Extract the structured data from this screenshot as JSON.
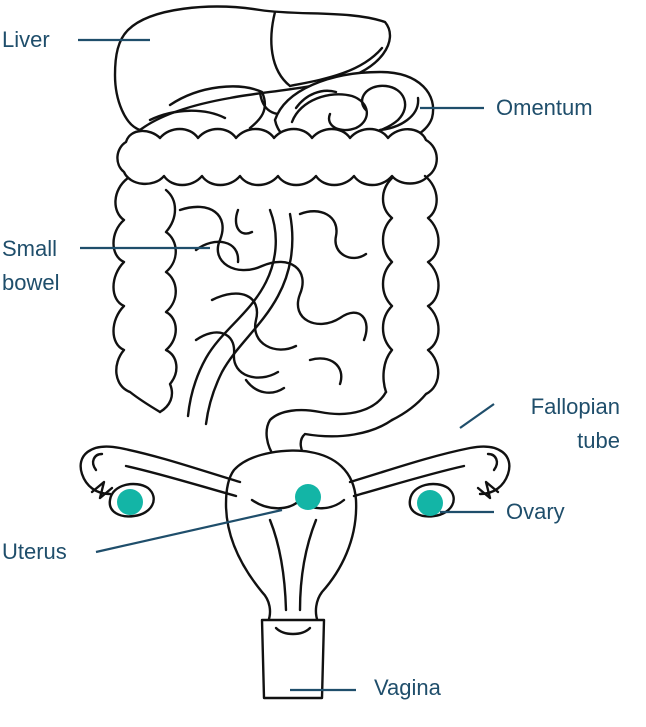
{
  "labels": {
    "liver": "Liver",
    "omentum": "Omentum",
    "small_bowel": "Small\nbowel",
    "fallopian_tube": "Fallopian\ntube",
    "ovary": "Ovary",
    "uterus": "Uterus",
    "vagina": "Vagina"
  },
  "colors": {
    "label_text": "#1f4e6b",
    "leader_line": "#1f4e6b",
    "ovary_fill": "#13b5a6",
    "outline": "#111111"
  }
}
